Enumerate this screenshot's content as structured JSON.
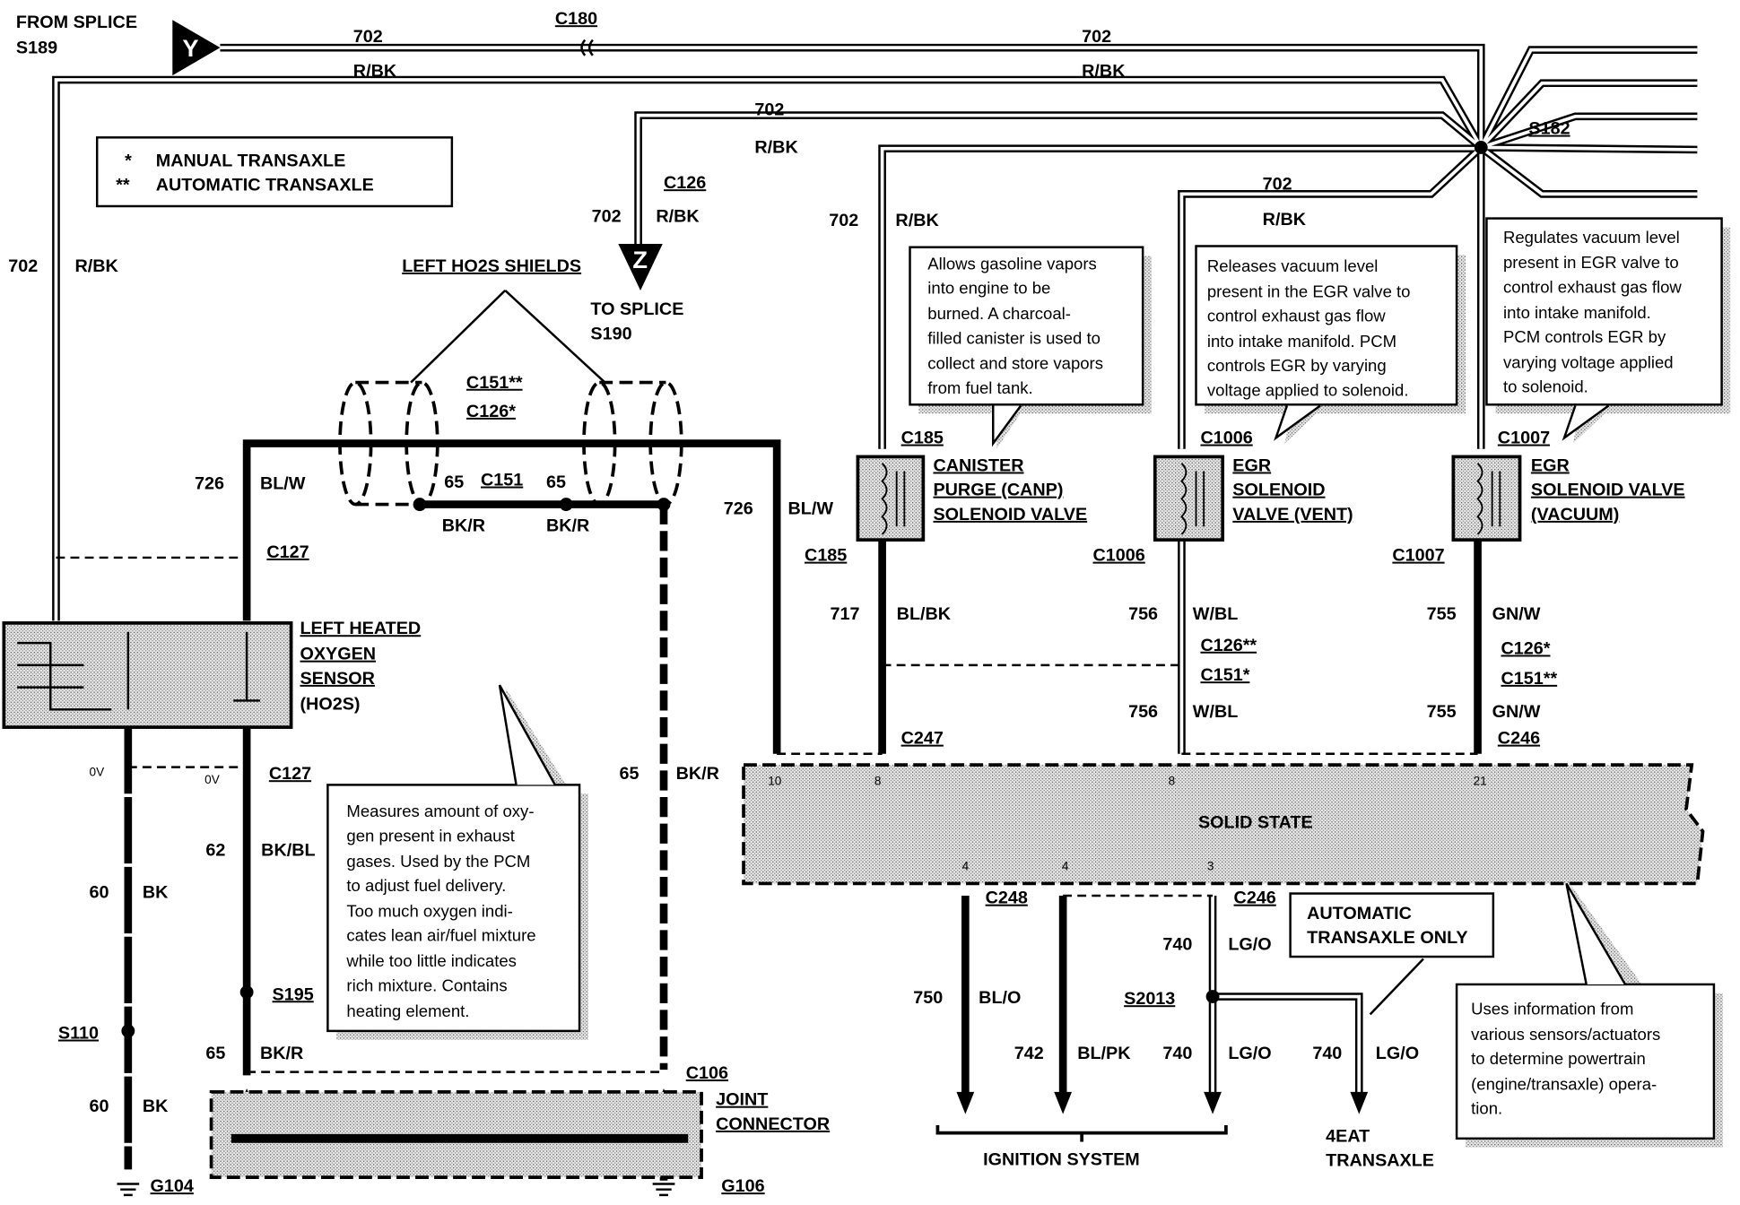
{
  "header": {
    "from_splice": "FROM SPLICE",
    "s189": "S189",
    "y_marker": "Y",
    "z_marker": "Z",
    "to_splice": "TO SPLICE",
    "s190": "S190"
  },
  "legend": {
    "manual_mark": "*",
    "manual": "MANUAL TRANSAXLE",
    "auto_mark": "**",
    "auto": "AUTOMATIC TRANSAXLE"
  },
  "connectors": {
    "c180": "C180",
    "c126_top": "C126",
    "c151_shield_auto": "C151**",
    "c126_shield_manual": "C126*",
    "c151_lower": "C151",
    "c127_upper": "C127",
    "c127_lower": "C127",
    "c185_top": "C185",
    "c185_bottom": "C185",
    "c1006_top": "C1006",
    "c1006_bottom": "C1006",
    "c1007_top": "C1007",
    "c1007_bottom": "C1007",
    "c126_auto": "C126**",
    "c151_manual": "C151*",
    "c126_manual": "C126*",
    "c151_auto": "C151**",
    "c247": "C247",
    "c246_top": "C246",
    "c248": "C248",
    "c246_bottom": "C246",
    "c106": "C106"
  },
  "splices": {
    "s182": "S182",
    "s195": "S195",
    "s110": "S110",
    "s2013": "S2013"
  },
  "grounds": {
    "g104": "G104",
    "g106": "G106"
  },
  "wires": [
    {
      "num": "702",
      "color": "R/BK"
    },
    {
      "num": "702",
      "color": "R/BK"
    },
    {
      "num": "702",
      "color": "R/BK"
    },
    {
      "num": "702",
      "color": "R/BK"
    },
    {
      "num": "702",
      "color": "R/BK"
    },
    {
      "num": "702",
      "color": "R/BK"
    },
    {
      "num": "702",
      "color": "R/BK"
    },
    {
      "num": "726",
      "color": "BL/W"
    },
    {
      "num": "726",
      "color": "BL/W"
    },
    {
      "num": "65",
      "color": "BK/R"
    },
    {
      "num": "65",
      "color": "BK/R"
    },
    {
      "num": "717",
      "color": "BL/BK"
    },
    {
      "num": "756",
      "color": "W/BL"
    },
    {
      "num": "755",
      "color": "GN/W"
    },
    {
      "num": "756",
      "color": "W/BL"
    },
    {
      "num": "755",
      "color": "GN/W"
    },
    {
      "num": "65",
      "color": "BK/R"
    },
    {
      "num": "62",
      "color": "BK/BL"
    },
    {
      "num": "60",
      "color": "BK"
    },
    {
      "num": "65",
      "color": "BK/R"
    },
    {
      "num": "60",
      "color": "BK"
    },
    {
      "num": "750",
      "color": "BL/O"
    },
    {
      "num": "740",
      "color": "LG/O"
    },
    {
      "num": "742",
      "color": "BL/PK"
    },
    {
      "num": "740",
      "color": "LG/O"
    },
    {
      "num": "740",
      "color": "LG/O"
    }
  ],
  "voltages": {
    "v1": "0V",
    "v2": "0V"
  },
  "components": {
    "shields": "LEFT HO2S SHIELDS",
    "ho2s": [
      "LEFT HEATED",
      "OXYGEN",
      "SENSOR",
      "(HO2S)"
    ],
    "canp": [
      "CANISTER",
      "PURGE (CANP)",
      "SOLENOID VALVE"
    ],
    "egr_vent": [
      "EGR",
      "SOLENOID",
      "VALVE (VENT)"
    ],
    "egr_vac": [
      "EGR",
      "SOLENOID VALVE",
      "(VACUUM)"
    ],
    "pcm": "SOLID STATE",
    "pcm_pins_top": [
      "10",
      "8",
      "8",
      "21"
    ],
    "pcm_pins_bottom": [
      "4",
      "4",
      "3"
    ],
    "joint_connector": [
      "JOINT",
      "CONNECTOR"
    ],
    "ignition": "IGNITION SYSTEM",
    "transaxle": [
      "4EAT",
      "TRANSAXLE"
    ],
    "auto_only": [
      "AUTOMATIC",
      "TRANSAXLE ONLY"
    ]
  },
  "callouts": {
    "canp": [
      "Allows gasoline vapors",
      "into engine to be",
      "burned.  A charcoal-",
      "filled canister is used to",
      "collect and store vapors",
      "from fuel tank."
    ],
    "egr_vent": [
      "Releases vacuum level",
      "present in the EGR valve to",
      "control exhaust gas flow",
      "into intake manifold. PCM",
      "controls EGR by varying",
      "voltage applied to solenoid."
    ],
    "egr_vac": [
      "Regulates vacuum level",
      "present in EGR valve to",
      "control exhaust gas flow",
      "into intake manifold.",
      "PCM controls EGR by",
      "varying voltage applied",
      "to solenoid."
    ],
    "ho2s": [
      "Measures amount of oxy-",
      "gen present in exhaust",
      "gases. Used by the PCM",
      "to adjust fuel delivery.",
      "Too much oxygen indi-",
      "cates lean air/fuel mixture",
      "while too little indicates",
      "rich mixture.  Contains",
      "heating element."
    ],
    "pcm": [
      "Uses information from",
      "various sensors/actuators",
      "to determine powertrain",
      "(engine/transaxle) opera-",
      "tion."
    ]
  }
}
